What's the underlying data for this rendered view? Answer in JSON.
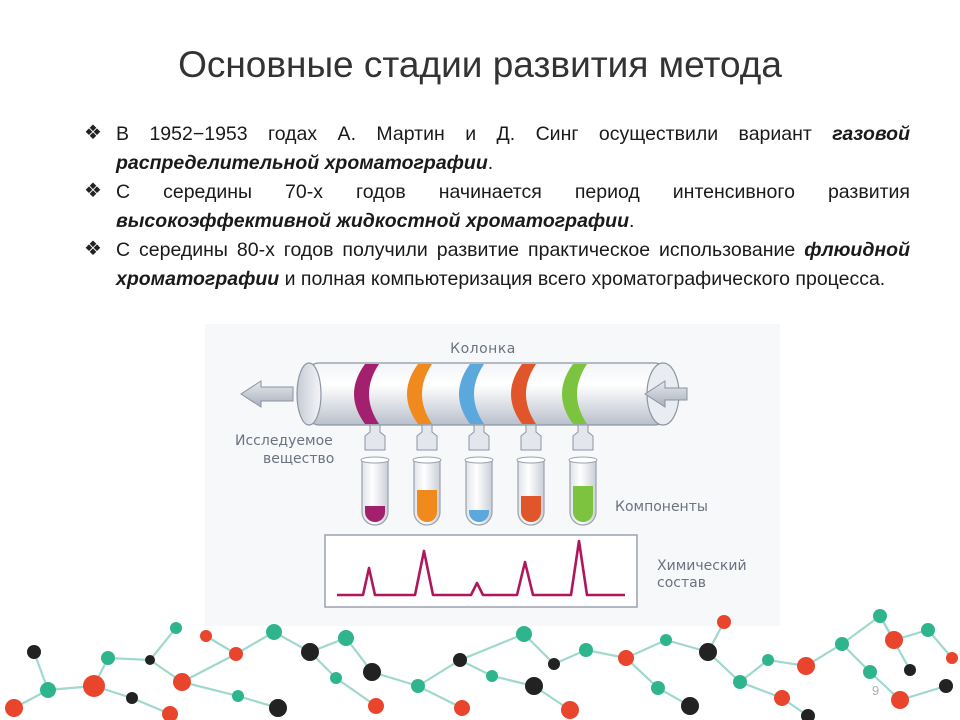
{
  "slide": {
    "title": "Основные стадии развития метода",
    "bullet_symbol": "❖",
    "bullets": [
      {
        "pre": "В 1952−1953 годах А. Мартин и Д. Синг осуществили вариант ",
        "em": "газовой распределительной хроматографии",
        "post": "."
      },
      {
        "pre": "С середины 70-х годов начинается период интенсивного развития ",
        "em": "высокоэффективной жидкостной хроматографии",
        "post": "."
      },
      {
        "pre": "С середины 80-х годов получили развитие практическое использование ",
        "em": "флюидной хроматографии",
        "post": " и полная компьютеризация всего хроматографического процесса."
      }
    ],
    "diagram": {
      "column_label": "Колонка",
      "sample_label_line1": "Исследуемое",
      "sample_label_line2": "вещество",
      "components_label": "Компоненты",
      "composition_label_line1": "Химический",
      "composition_label_line2": "состав",
      "band_colors": [
        "#a3206e",
        "#f08a1c",
        "#5aa8dc",
        "#e0552a",
        "#7cc33f"
      ]
    },
    "page_number": "9"
  }
}
